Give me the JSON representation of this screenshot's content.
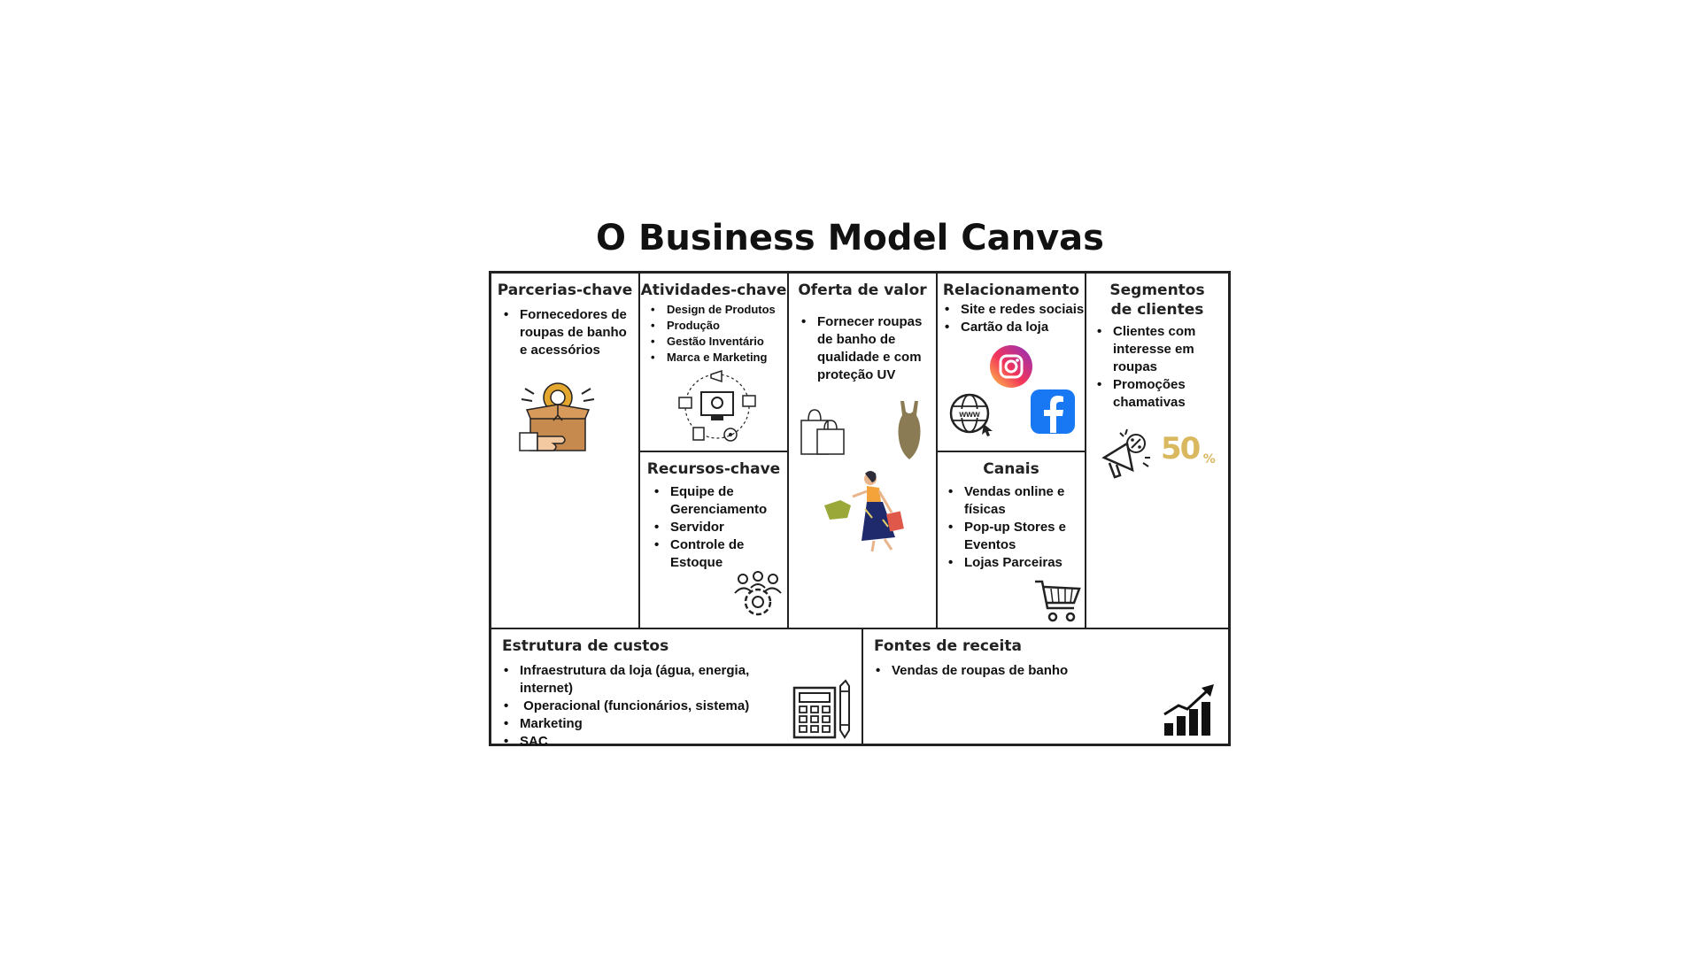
{
  "title": "O Business Model Canvas",
  "sections": {
    "partners": {
      "heading": "Parcerias-chave",
      "items": [
        "Fornecedores de roupas de banho e acessórios"
      ]
    },
    "activities": {
      "heading": "Atividades-chave",
      "items": [
        "Design de Produtos",
        "Produção",
        "Gestão Inventário",
        "Marca e Marketing"
      ]
    },
    "value": {
      "heading": "Oferta de valor",
      "items": [
        "Fornecer roupas de banho de qualidade e com proteção UV"
      ]
    },
    "relationship": {
      "heading": "Relacionamento",
      "items": [
        "Site e redes sociais",
        "Cartão da loja"
      ]
    },
    "segments": {
      "heading": "Segmentos de clientes",
      "items": [
        "Clientes com interesse  em roupas",
        "Promoções chamativas"
      ],
      "badge": "50"
    },
    "resources": {
      "heading": "Recursos-chave",
      "items": [
        "Equipe de Gerenciamento",
        "Servidor",
        "Controle de Estoque"
      ]
    },
    "channels": {
      "heading": "Canais",
      "items": [
        "Vendas online e físicas",
        "Pop-up Stores e Eventos",
        "Lojas Parceiras"
      ],
      "www": "www"
    },
    "costs": {
      "heading": "Estrutura de custos",
      "items": [
        "Infraestrutura da loja (água, energia, internet)",
        " Operacional (funcionários, sistema)",
        "Marketing",
        "SAC"
      ]
    },
    "revenue": {
      "heading": "Fontes de receita",
      "items": [
        "Vendas de roupas de banho"
      ]
    }
  },
  "icons": [
    "box-handshake-icon",
    "digital-marketing-icon",
    "shopping-bags-icon",
    "swimsuit-icon",
    "woman-shopping-icon",
    "instagram-icon",
    "facebook-icon",
    "globe-www-icon",
    "team-gear-icon",
    "shopping-cart-icon",
    "megaphone-discount-icon",
    "calculator-pen-icon",
    "growth-chart-icon"
  ],
  "colors": {
    "border": "#222222",
    "facebook": "#1877F2",
    "badge_gold": "#D9B860",
    "box": "#C68A4E"
  }
}
